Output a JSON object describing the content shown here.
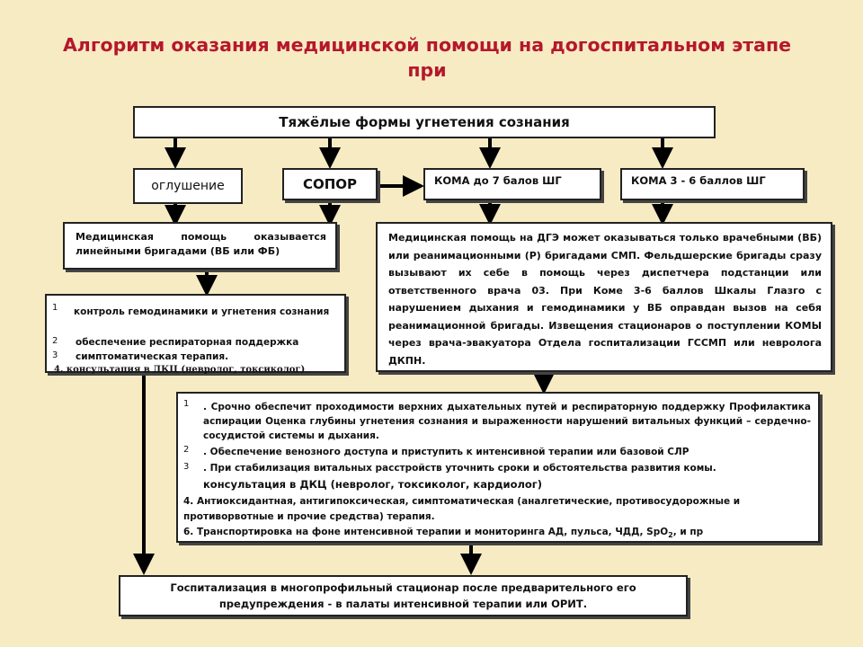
{
  "title": {
    "line1": "Алгоритм оказания медицинской помощи на догоспитальном этапе",
    "line2": "при"
  },
  "top": "Тяжёлые формы угнетения сознания",
  "stages": {
    "oglushenie": "оглушение",
    "sopor": "СОПОР",
    "koma7": "КОМА до 7 балов ШГ",
    "koma36": "КОМА  3 - 6 баллов ШГ"
  },
  "left_help": "Медицинская помощь оказывается линейными бригадами (ВБ или ФБ)",
  "right_help": "Медицинская помощь на ДГЭ может оказываться только врачебными (ВБ) или реанимационными (Р) бригадами СМП. Фельдшерские бригады сразу вызывают их себе в помощь через диспетчера подстанции или ответственного врача 03. При Коме 3-6 баллов Шкалы Глазго с нарушением дыхания и гемодинамики у ВБ оправдан вызов на себя реанимационной бригады. Извещения стационаров о поступлении КОМЫ через врача-эвакуатора Отдела госпитализации ГССМП или невролога ДКПН.",
  "left_list": {
    "n1": "1",
    "i1": "контроль гемодинамики и угнетения сознания",
    "n2": "2",
    "i2": "обеспечение респираторная поддержка",
    "n3": "3",
    "i3": "симптоматическая терапия.",
    "i4": "4. консультация в ДКЦ (невролог, токсиколог)"
  },
  "right_list": {
    "n1": "1",
    "i1": ". Срочно обеспечит проходимости верхних дыхательных путей и респираторную поддержку Профилактика аспирации Оценка глубины угнетения сознания и выраженности нарушений витальных функций – сердечно-сосудистой системы и дыхания.",
    "n2": "2",
    "i2": ". Обеспечение венозного доступа и приступить к интенсивной терапии или базовой СЛР",
    "n3": "3",
    "i3": ". При стабилизация витальных расстройств уточнить сроки и обстоятельства развития комы.",
    "i3b": "консультация в ДКЦ (невролог, токсиколог, кардиолог)",
    "i4": "4. Антиоксидантная, антигипоксическая, симптоматическая (аналгетические, противосудорожные и противорвотные и прочие средства) терапия.",
    "i6": "6. Транспортировка на фоне интенсивной терапии и мониторинга АД, пульса, ЧДД,  SpO",
    "i6sub": "2",
    "i6end": ", и пр"
  },
  "final": "Госпитализация в   многопрофильный стационар после предварительного его предупреждения - в палаты интенсивной терапии или ОРИТ."
}
